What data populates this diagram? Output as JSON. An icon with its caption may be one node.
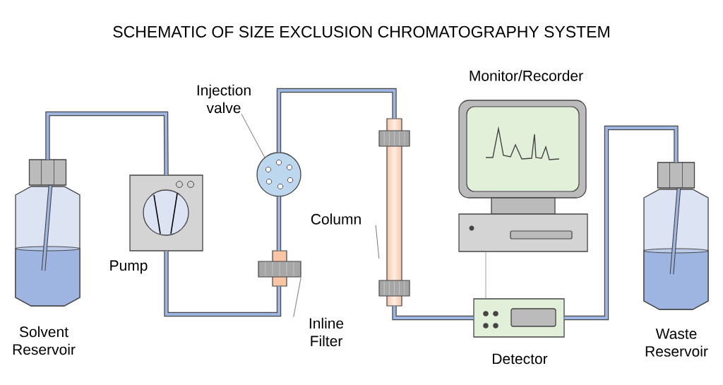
{
  "diagram": {
    "title": "SCHEMATIC OF SIZE EXCLUSION CHROMATOGRAPHY SYSTEM",
    "nodes": [
      {
        "text": [
          "Solvent Reservoir"
        ]
      },
      {
        "text": [
          "Pump"
        ]
      },
      {
        "text": [
          "Injection valve"
        ]
      },
      {
        "text": [],
        "shape": "circle"
      },
      {
        "text": [
          "Inline Filter"
        ]
      },
      {
        "text": [],
        "shape": "cylinder"
      },
      {
        "text": [
          "Column"
        ]
      },
      {
        "text": [],
        "shape": "cylinder"
      },
      {
        "text": [
          "Monitor/Recorder"
        ]
      },
      {
        "text": [
          "Detector"
        ]
      },
      {
        "text": [
          "Waste Reservoir"
        ]
      }
    ],
    "edges": [
      {
        "from": 0,
        "to": 1,
        "arrow": "none"
      },
      {
        "from": 1,
        "to": 5,
        "arrow": "none"
      },
      {
        "from": 5,
        "to": 3,
        "arrow": "none"
      },
      {
        "from": 3,
        "to": 7,
        "arrow": "none"
      },
      {
        "from": 7,
        "to": 9,
        "arrow": "none"
      },
      {
        "from": 9,
        "to": 10,
        "arrow": "none"
      },
      {
        "from": 8,
        "to": 9,
        "arrow": "none",
        "color": "#888888"
      },
      {
        "from": 2,
        "to": 3,
        "arrow": "none",
        "color": "#555555"
      },
      {
        "from": 4,
        "to": 5,
        "arrow": "none",
        "color": "#555555"
      },
      {
        "from": 6,
        "to": 7,
        "arrow": "none",
        "color": "#555555"
      }
    ]
  }
}
